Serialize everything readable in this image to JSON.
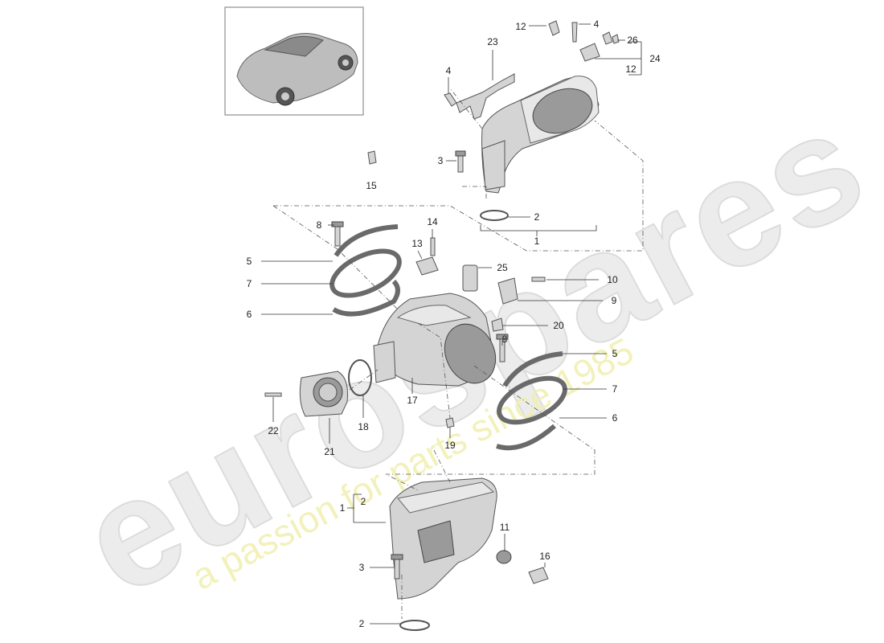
{
  "watermark": {
    "brand": "eurospares",
    "tagline": "a passion for parts since 1985"
  },
  "callouts": {
    "c1": "1",
    "c2": "2",
    "c3": "3",
    "c4": "4",
    "c5": "5",
    "c6": "6",
    "c7": "7",
    "c8": "8",
    "c9": "9",
    "c10": "10",
    "c11": "11",
    "c12": "12",
    "c13": "13",
    "c14": "14",
    "c15": "15",
    "c16": "16",
    "c17": "17",
    "c18": "18",
    "c19": "19",
    "c20": "20",
    "c21": "21",
    "c22": "22",
    "c23": "23",
    "c24": "24",
    "c25": "25",
    "c26": "26"
  },
  "colors": {
    "watermark_brand": "#ececec",
    "watermark_tagline": "#f1efb0",
    "part_fill": "#d4d4d4",
    "line": "#333333"
  }
}
